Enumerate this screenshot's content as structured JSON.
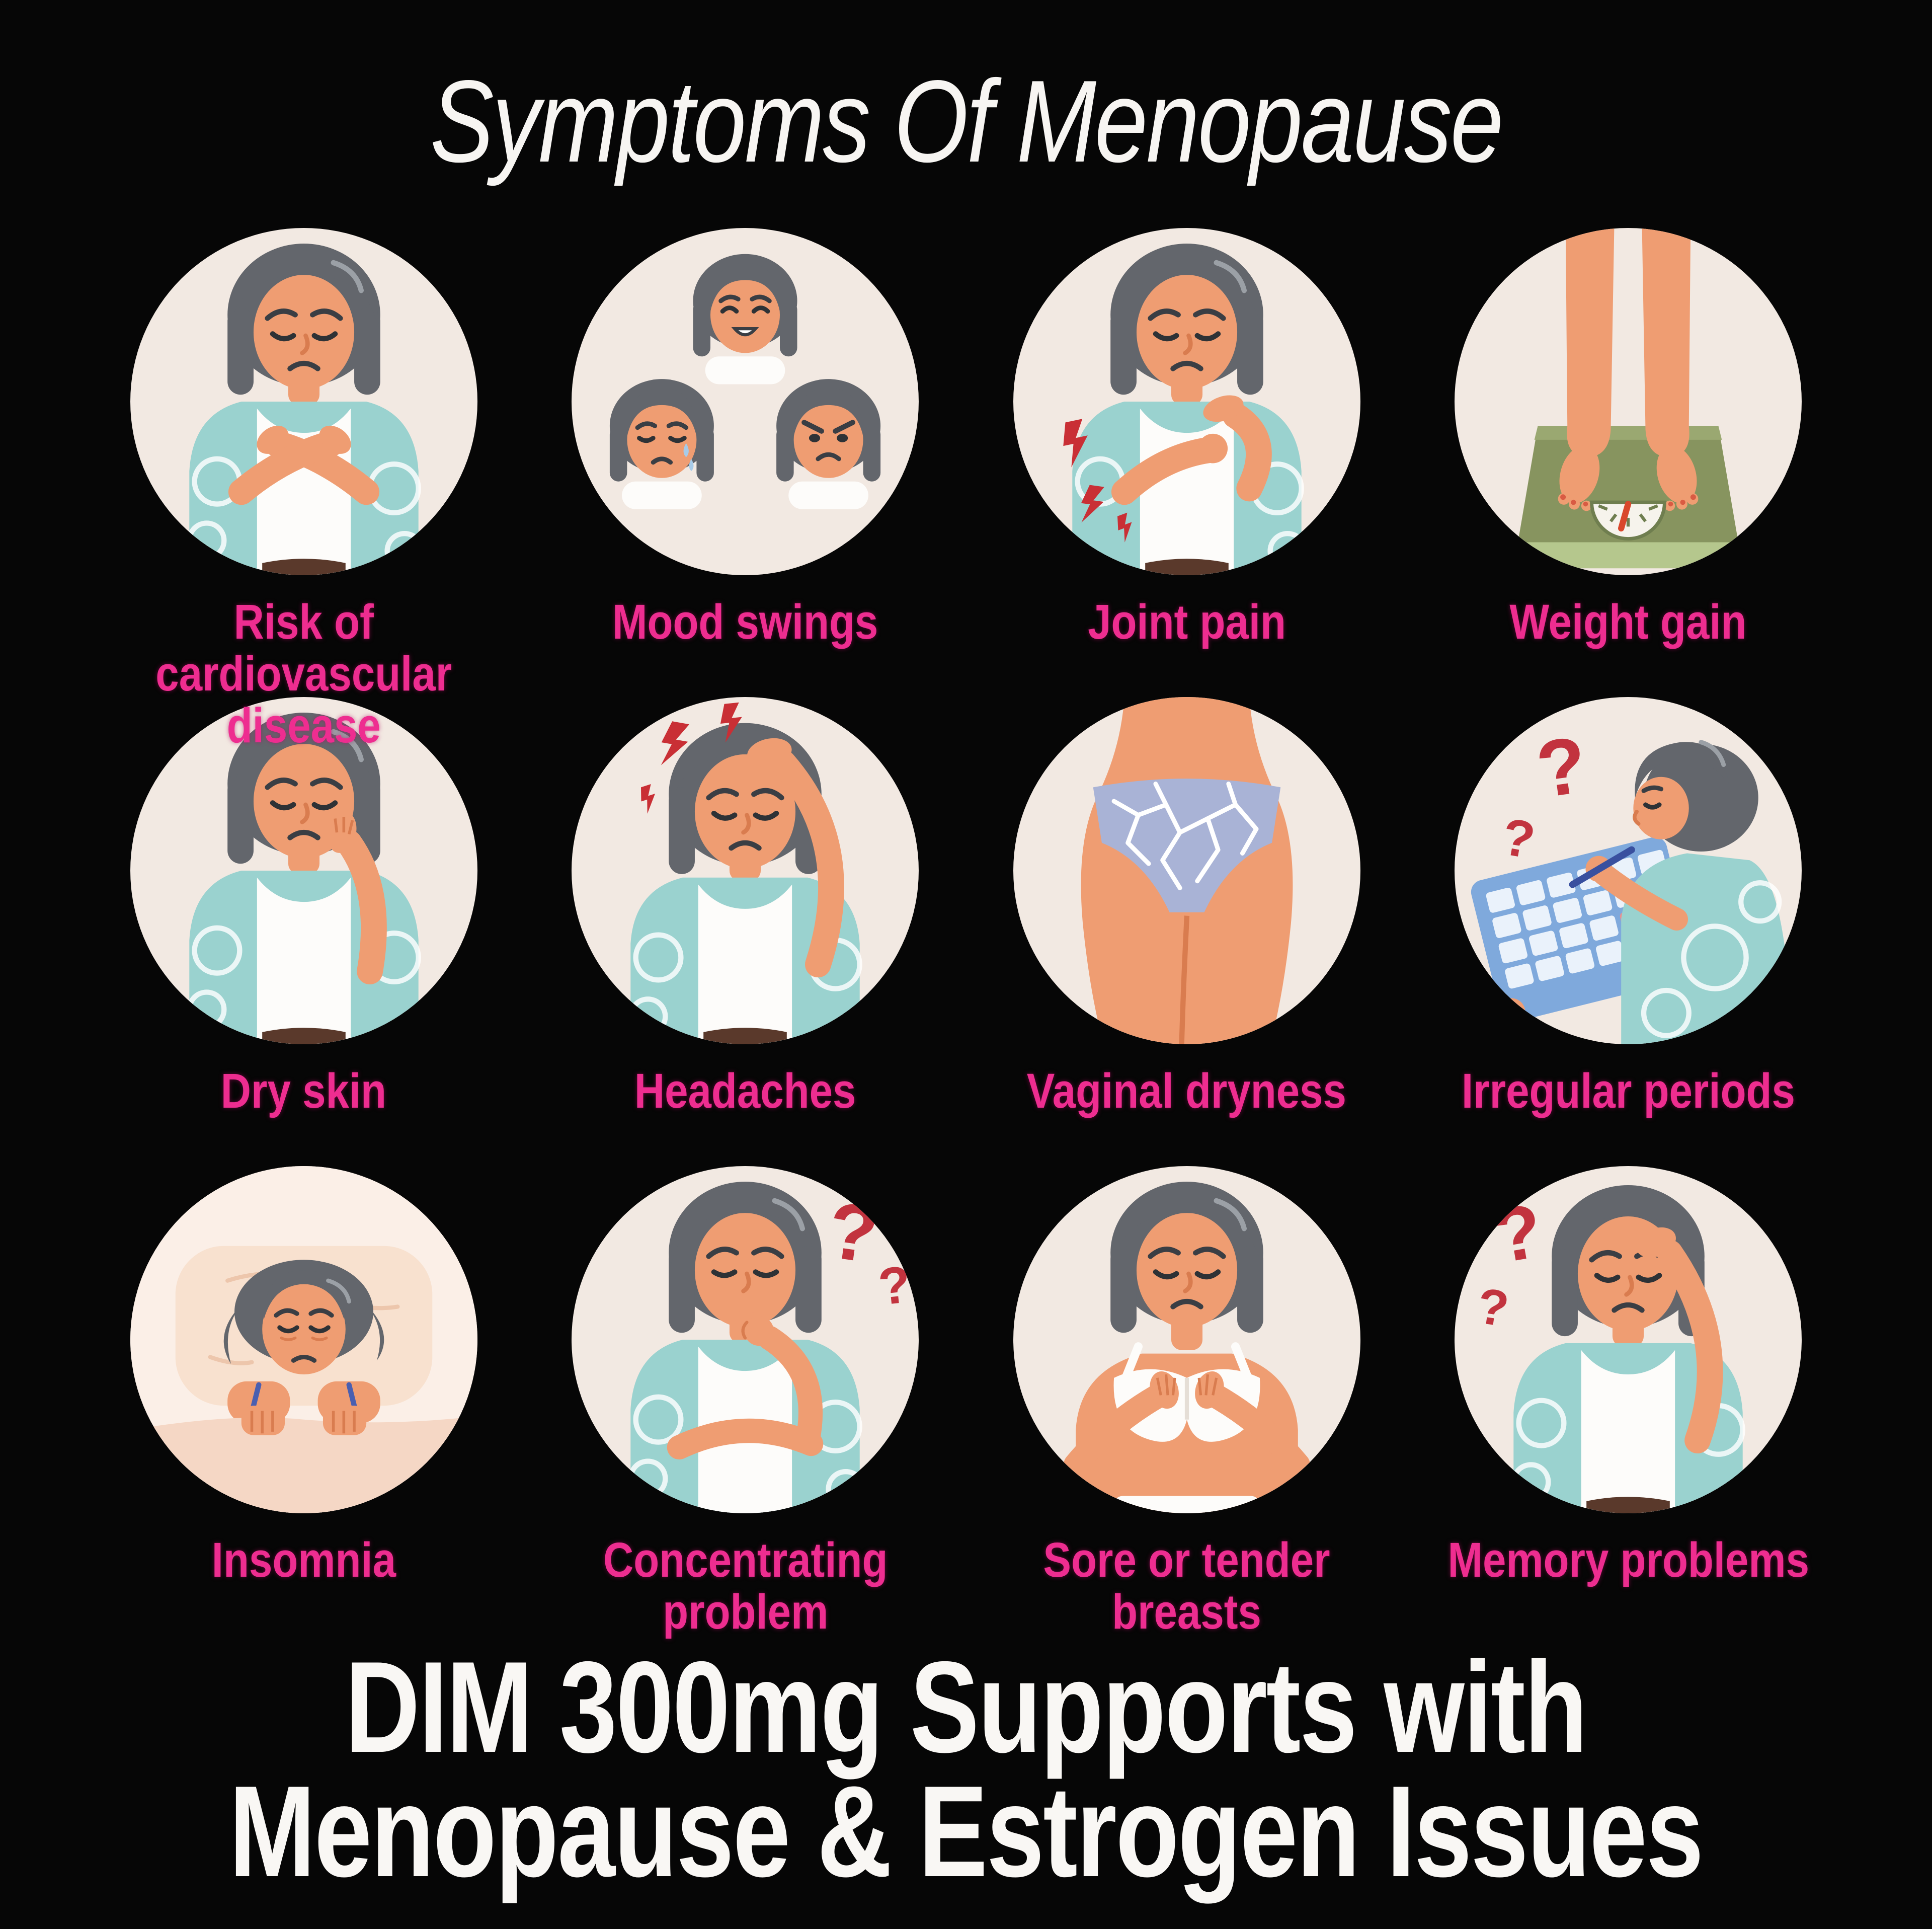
{
  "title": "Symptoms Of Menopause",
  "footer": {
    "text": "DIM 300mg Supports with\nMenopause & Estrogen Issues"
  },
  "colors": {
    "background": "#060606",
    "accent_pink": "#EE2D90",
    "circle_background": "#F2E9E2",
    "insomnia_circle_background": "#FBEFE7",
    "text_white": "#F7F5F2",
    "cardigan_teal": "#9AD2CF",
    "alert_red": "#C2333E"
  },
  "symptoms": [
    {
      "id": "cardiovascular",
      "label": "Risk of cardiovascular\ndisease",
      "icon": "woman-hands-crossed-on-chest-icon"
    },
    {
      "id": "mood-swings",
      "label": "Mood swings",
      "icon": "three-mood-faces-icon"
    },
    {
      "id": "joint-pain",
      "label": "Joint pain",
      "icon": "woman-holding-wrist-pain-icon"
    },
    {
      "id": "weight-gain",
      "label": "Weight gain",
      "icon": "feet-on-scale-icon"
    },
    {
      "id": "dry-skin",
      "label": "Dry skin",
      "icon": "woman-touching-cheek-icon"
    },
    {
      "id": "headaches",
      "label": "Headaches",
      "icon": "woman-holding-head-lightning-icon"
    },
    {
      "id": "vaginal-dryness",
      "label": "Vaginal dryness",
      "icon": "hips-in-underwear-icon"
    },
    {
      "id": "irregular-periods",
      "label": "Irregular periods",
      "icon": "woman-marking-calendar-icon"
    },
    {
      "id": "insomnia",
      "label": "Insomnia",
      "icon": "woman-awake-in-bed-icon"
    },
    {
      "id": "concentrating-problem",
      "label": "Concentrating\nproblem",
      "icon": "woman-thinking-chin-icon"
    },
    {
      "id": "sore-breasts",
      "label": "Sore or tender\nbreasts",
      "icon": "woman-hands-on-chest-icon"
    },
    {
      "id": "memory-problems",
      "label": "Memory problems",
      "icon": "woman-hand-on-forehead-icon"
    }
  ]
}
